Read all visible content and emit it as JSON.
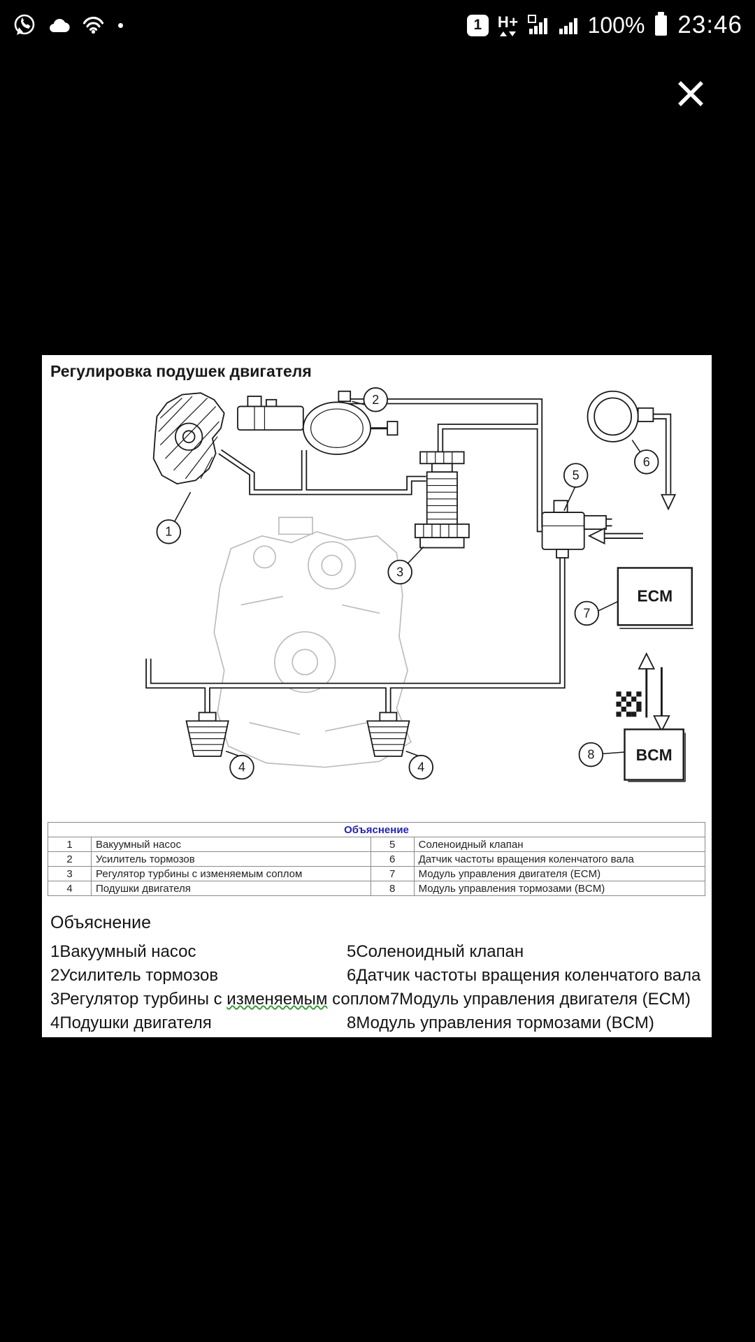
{
  "status_bar": {
    "time": "23:46",
    "battery_percent": "100%",
    "notification_count": "1",
    "network_type": "H+"
  },
  "figure": {
    "title": "Регулировка подушек двигателя",
    "ecm_label": "ECM",
    "bcm_label": "BCM",
    "callouts": {
      "c1": "1",
      "c2": "2",
      "c3": "3",
      "c4a": "4",
      "c4b": "4",
      "c5": "5",
      "c6": "6",
      "c7": "7",
      "c8": "8"
    },
    "table": {
      "header": "Объяснение",
      "rows": [
        {
          "num": "1",
          "desc": "Вакуумный насос"
        },
        {
          "num": "2",
          "desc": "Усилитель тормозов"
        },
        {
          "num": "3",
          "desc": "Регулятор турбины с изменяемым соплом"
        },
        {
          "num": "4",
          "desc": "Подушки двигателя"
        },
        {
          "num": "5",
          "desc": "Соленоидный клапан"
        },
        {
          "num": "6",
          "desc": "Датчик частоты вращения коленчатого вала"
        },
        {
          "num": "7",
          "desc": "Модуль управления двигателя (ECM)"
        },
        {
          "num": "8",
          "desc": "Модуль управления тормозами (BCM)"
        }
      ]
    },
    "legend": {
      "heading": "Объяснение",
      "rows": [
        {
          "left": "1Вакуумный насос",
          "right": "5Соленоидный клапан"
        },
        {
          "left": "2Усилитель тормозов",
          "right": "6Датчик частоты вращения коленчатого вала"
        },
        {
          "left_pre": "3Регулятор турбины с ",
          "left_marked": "изменяемым",
          "left_post": " соплом",
          "right": "7Модуль управления двигателя (ECM)"
        },
        {
          "left": "4Подушки двигателя",
          "right": "8Модуль управления тормозами (BCM)"
        }
      ]
    }
  }
}
